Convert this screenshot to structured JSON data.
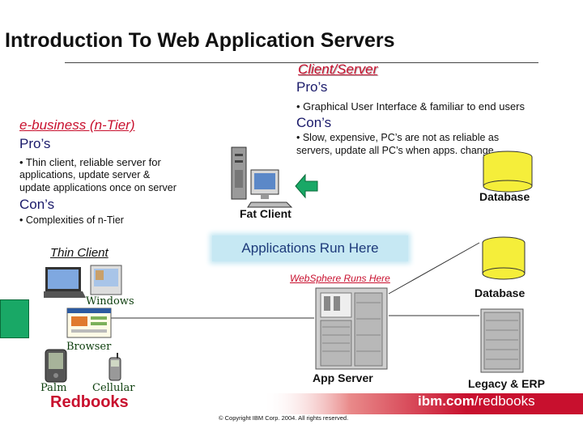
{
  "title": "Introduction To Web Application Servers",
  "client_server": {
    "heading": "Client/Server",
    "pros_label": "Pro’s",
    "pros_text": "• Graphical User Interface & familiar to end users",
    "cons_label": "Con’s",
    "cons_text_1": "• Slow, expensive, PC’s are not as reliable as",
    "cons_text_2": "servers, update all PC’s when apps. change"
  },
  "ebusiness": {
    "heading": "e-business (n-Tier)",
    "pros_label": "Pro’s",
    "pros_text_1": "• Thin client, reliable server for",
    "pros_text_2": "applications, update server &",
    "pros_text_3": "update applications once on server",
    "cons_label": "Con’s",
    "cons_text": "• Complexities of n-Tier"
  },
  "diagram": {
    "fat_client_label": "Fat Client",
    "database_top_label": "Database",
    "database_right_label": "Database",
    "banner_text": "Applications Run Here",
    "thin_client_label": "Thin Client",
    "websphere_label": "WebSphere Runs Here",
    "windows_label": "Windows",
    "browser_label": "Browser",
    "palm_label": "Palm",
    "cellular_label": "Cellular",
    "app_server_label": "App Server",
    "legacy_label": "Legacy & ERP"
  },
  "footer": {
    "brand": "Redbooks",
    "url_bold": "ibm.com",
    "url_rest": "/redbooks",
    "copyright": "© Copyright IBM Corp. 2004.  All rights reserved."
  },
  "colors": {
    "accent_red": "#c8102e",
    "arrow_green": "#19a866",
    "database_yellow": "#f5ee3a",
    "banner_blue": "#c6e8f3"
  }
}
